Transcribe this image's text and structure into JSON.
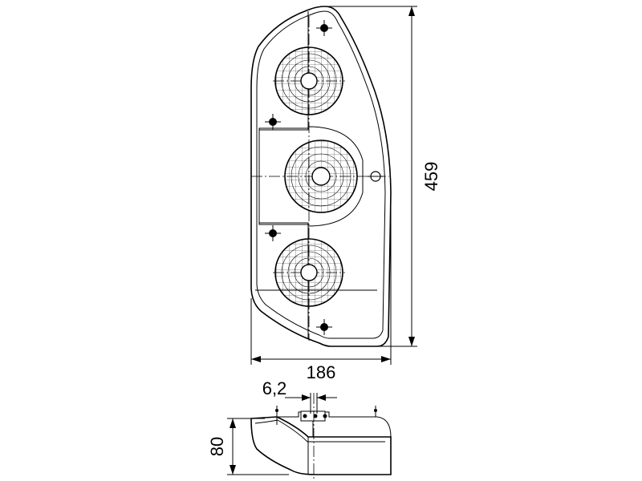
{
  "dimensions": {
    "height": "459",
    "width": "186",
    "depth": "80",
    "offset": "6,2"
  }
}
